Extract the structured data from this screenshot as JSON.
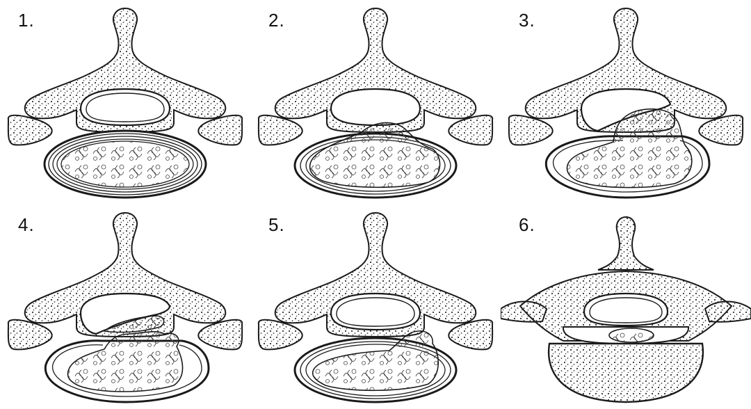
{
  "panels": [
    {
      "label": "1."
    },
    {
      "label": "2."
    },
    {
      "label": "3."
    },
    {
      "label": "4."
    },
    {
      "label": "5."
    },
    {
      "label": "6."
    }
  ],
  "colors": {
    "ink": "#1a1a1a",
    "paper": "#ffffff",
    "texture": "#3a3a3a"
  }
}
